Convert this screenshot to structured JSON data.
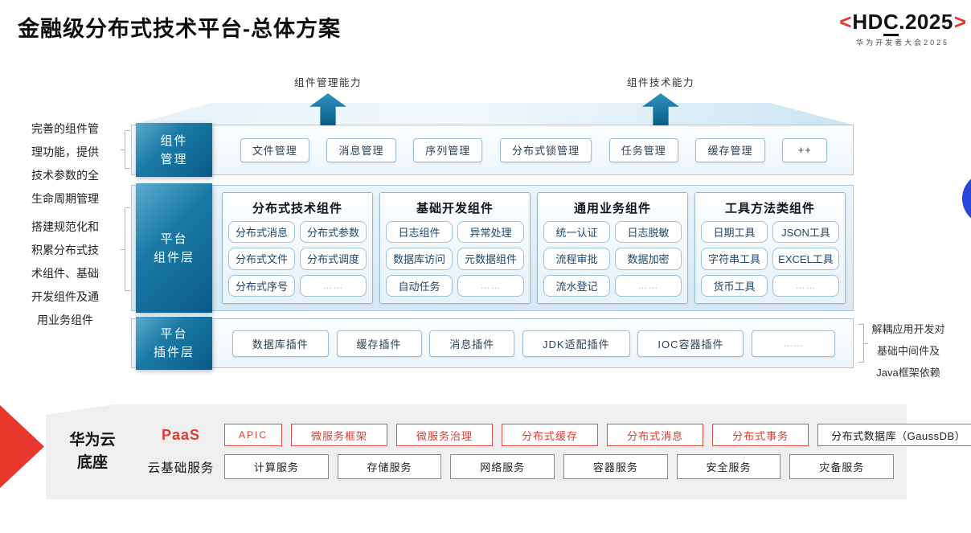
{
  "title": "金融级分布式技术平台-总体方案",
  "logo": {
    "left": "<",
    "hd": "HD",
    "c": "C",
    "rest": ".2025",
    "right": ">",
    "subtitle": "华为开发者大会2025"
  },
  "arrows": {
    "management": "组件管理能力",
    "technical": "组件技术能力"
  },
  "left_notes": {
    "first": "完善的组件管理功能，提供技术参数的全生命周期管理",
    "second": "搭建规范化和积累分布式技术组件、基础开发组件及通用业务组件"
  },
  "right_note": "解耦应用开发对基础中间件及Java框架依赖",
  "layers": {
    "management": {
      "label_top": "组件",
      "label_bottom": "管理",
      "items": [
        "文件管理",
        "消息管理",
        "序列管理",
        "分布式锁管理",
        "任务管理",
        "缓存管理",
        "++"
      ]
    },
    "platform": {
      "label_top": "平台",
      "label_bottom": "组件层",
      "groups": [
        {
          "title": "分布式技术组件",
          "items": [
            "分布式消息",
            "分布式参数",
            "分布式文件",
            "分布式调度",
            "分布式序号",
            "……"
          ]
        },
        {
          "title": "基础开发组件",
          "items": [
            "日志组件",
            "异常处理",
            "数据库访问",
            "元数据组件",
            "自动任务",
            "……"
          ]
        },
        {
          "title": "通用业务组件",
          "items": [
            "统一认证",
            "日志脱敏",
            "流程审批",
            "数据加密",
            "流水登记",
            "……"
          ]
        },
        {
          "title": "工具方法类组件",
          "items": [
            "日期工具",
            "JSON工具",
            "字符串工具",
            "EXCEL工具",
            "货币工具",
            "……"
          ]
        }
      ]
    },
    "plugin": {
      "label_top": "平台",
      "label_bottom": "插件层",
      "items": [
        "数据库插件",
        "缓存插件",
        "消息插件",
        "JDK适配插件",
        "IOC容器插件",
        "……"
      ]
    }
  },
  "foundation": {
    "label_top": "华为云",
    "label_bottom": "底座",
    "paas": {
      "label": "PaaS",
      "items": [
        "APIC",
        "微服务框架",
        "微服务治理",
        "分布式缓存",
        "分布式消息",
        "分布式事务"
      ],
      "db_item": "分布式数据库（GaussDB）"
    },
    "iaas": {
      "label": "云基础服务",
      "items": [
        "计算服务",
        "存储服务",
        "网络服务",
        "容器服务",
        "安全服务",
        "灾备服务"
      ]
    }
  },
  "colors": {
    "accent_blue": "#0a5a88",
    "red": "#e23a2e",
    "gray_panel": "#efeff0",
    "circle_blue": "#2647d9"
  }
}
